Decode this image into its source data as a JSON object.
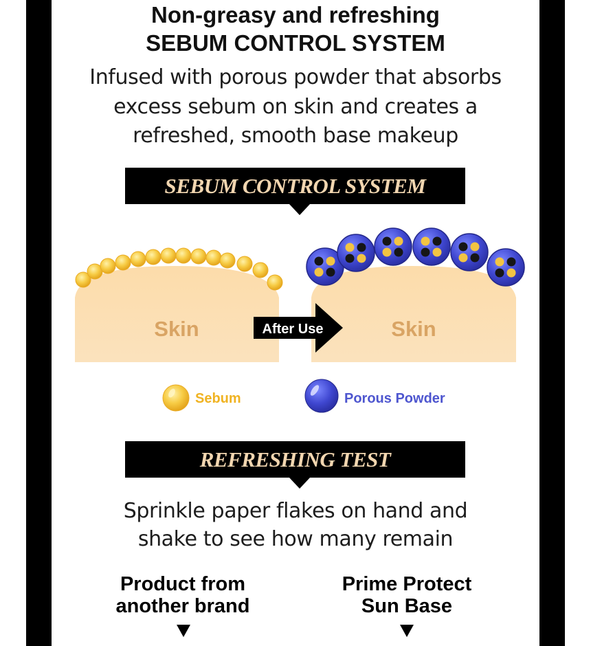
{
  "header": {
    "line1": "Non-greasy and refreshing",
    "line2": "SEBUM CONTROL SYSTEM"
  },
  "description": [
    "Infused with porous powder that absorbs",
    "excess sebum on skin and creates a",
    "refreshed, smooth base makeup"
  ],
  "banner_sebum": "SEBUM CONTROL SYSTEM",
  "diagram": {
    "skin_label_before": "Skin",
    "skin_label_after": "Skin",
    "arrow_label": "After Use",
    "legend": {
      "sebum": "Sebum",
      "powder": "Porous Powder"
    },
    "colors": {
      "skin": "#fbdcae",
      "skin_text": "#d9a464",
      "sebum": "#f5c33b",
      "powder": "#4a51d6",
      "powder_label": "#4e56cf",
      "sebum_label": "#f0b322"
    }
  },
  "banner_refresh": "REFRESHING TEST",
  "test_description": [
    "Sprinkle paper flakes on hand and",
    "shake to see how many remain"
  ],
  "comparison": {
    "left_title": [
      "Product from",
      "another brand"
    ],
    "right_title": [
      "Prime Protect",
      "Sun Base"
    ]
  },
  "style": {
    "banner_text_color": "#f2d6b0",
    "frame_color": "#000000"
  }
}
